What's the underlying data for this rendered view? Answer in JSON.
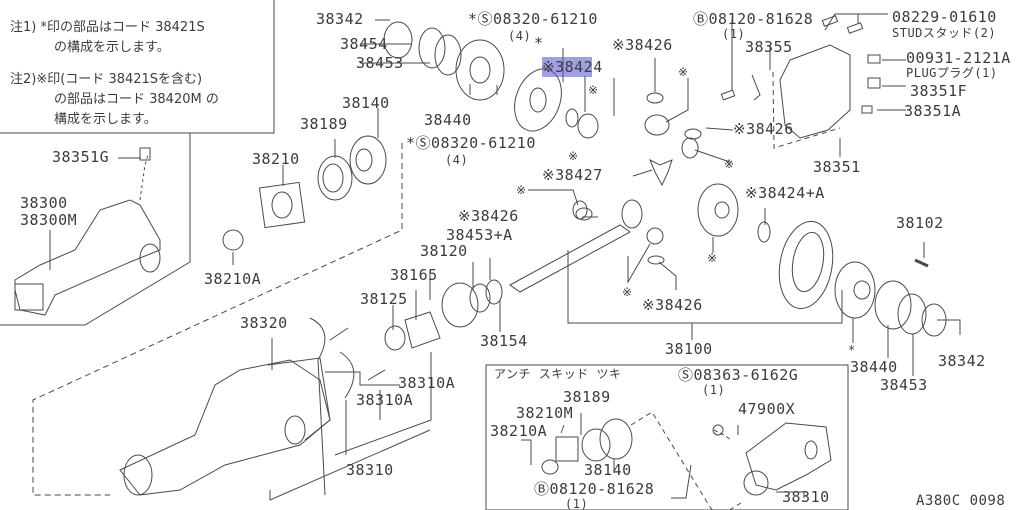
{
  "notes": {
    "note1_line1": "注1) *印の部品はコード 38421S",
    "note1_line2": "の構成を示します。",
    "note2_line1": "注2)※印(コード 38421Sを含む)",
    "note2_line2": "の部品はコード 38420M の",
    "note2_line3": "構成を示します。"
  },
  "labels": {
    "l38342_top": "38342",
    "l38454": "38454",
    "l38453_top": "38453",
    "l38440_top": "38440",
    "bolt_s_top": "*Ⓢ08320-61210",
    "bolt_s_top_qty": "(4)",
    "bolt_s_mid": "*Ⓢ08320-61210",
    "bolt_s_mid_qty": "(4)",
    "l38140": "38140",
    "l38189": "38189",
    "l38210": "38210",
    "l38210A": "38210A",
    "l38351G": "38351G",
    "l38300": "38300",
    "l38300M": "38300M",
    "star_small": "*",
    "l38424_highlight": "※3842",
    "l38424_rest": "4",
    "l38426_a": "※38426",
    "l38426_b": "※38426",
    "l38426_c": "※38426",
    "l38426_d": "※38426",
    "l38427": "※38427",
    "l38424A": "※38424+A",
    "kome": "※",
    "bolt_b_top": "Ⓑ08120-81628",
    "bolt_b_top_qty": "(1)",
    "l38355": "38355",
    "stud": "08229-01610",
    "stud_desc": "STUDスタッド(2)",
    "plug": "00931-2121A",
    "plug_desc": "PLUGプラグ(1)",
    "l38351F": "38351F",
    "l38351A": "38351A",
    "l38351": "38351",
    "l38453A": "38453+A",
    "l38120": "38120",
    "l38165": "38165",
    "l38125": "38125",
    "l38154": "38154",
    "l38100": "38100",
    "l38102": "38102",
    "l38440_bot": "38440",
    "l38453_bot": "38453",
    "l38342_bot": "38342",
    "star_diff": "*",
    "l38320": "38320",
    "l38310A_1": "38310A",
    "l38310A_2": "38310A",
    "l38310": "38310",
    "figure_code": "A380C 0098"
  },
  "inset": {
    "title": "アンチ  スキッド  ツキ",
    "bolt_s": "Ⓢ08363-6162G",
    "bolt_s_qty": "(1)",
    "l38189": "38189",
    "l38210M": "38210M",
    "l38210A": "38210A",
    "l38140": "38140",
    "l47900X": "47900X",
    "bolt_b": "Ⓑ08120-81628",
    "bolt_b_qty": "(1)",
    "l38310": "38310"
  },
  "colors": {
    "line": "#4a4a4a",
    "highlight": "#5050c8"
  }
}
